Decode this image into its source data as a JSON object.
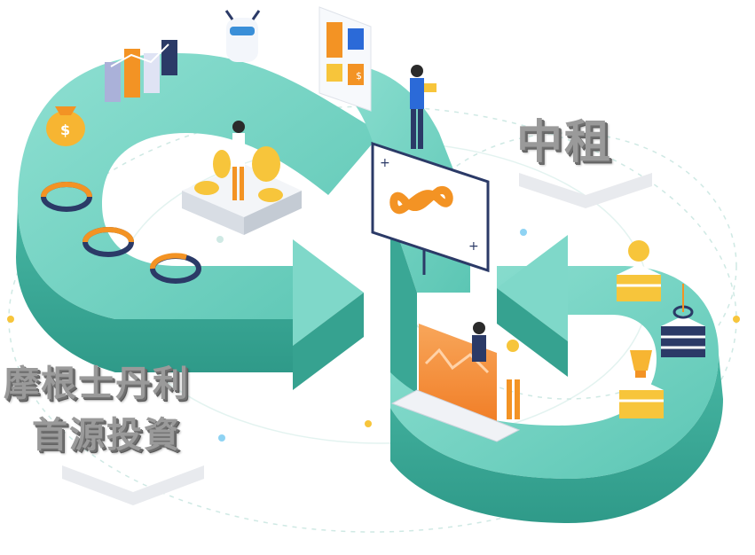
{
  "labels": {
    "zhongzu": "中租",
    "ms_line1": "摩根士丹利",
    "ms_line2": "首源投資"
  },
  "icons": {
    "money_bag_symbol": "$",
    "report_symbol": "$",
    "coin_symbol": "$"
  },
  "colors": {
    "track_top": "#5fc9b7",
    "track_side": "#3aa795",
    "accent_orange": "#f39324",
    "accent_navy": "#2b3a67",
    "accent_yellow": "#f7c53b",
    "label_gray": "#9a9a9a"
  }
}
